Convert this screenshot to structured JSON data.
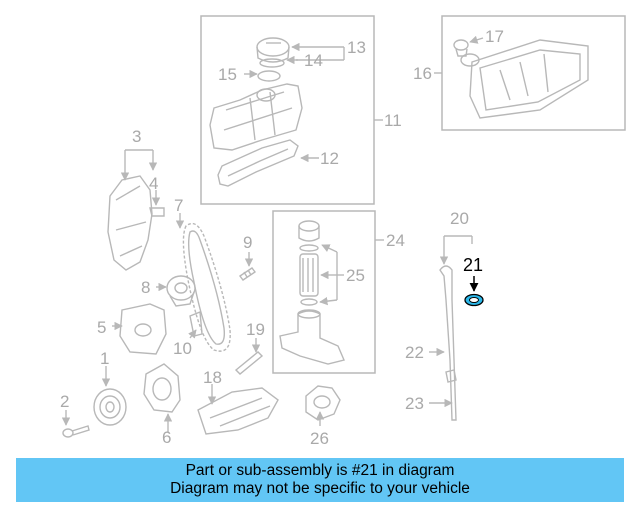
{
  "callouts": {
    "n1": "1",
    "n2": "2",
    "n3": "3",
    "n4": "4",
    "n5": "5",
    "n6": "6",
    "n7": "7",
    "n8": "8",
    "n9": "9",
    "n10": "10",
    "n11": "11",
    "n12": "12",
    "n13": "13",
    "n14": "14",
    "n15": "15",
    "n16": "16",
    "n17": "17",
    "n18": "18",
    "n19": "19",
    "n20": "20",
    "n21": "21",
    "n22": "22",
    "n23": "23",
    "n24": "24",
    "n25": "25",
    "n26": "26"
  },
  "highlighted_part": "21",
  "colors": {
    "highlight": "#2bb8ea",
    "banner": "#62c6f5",
    "line_art": "#b8b8b8",
    "label": "#a9a9a9"
  },
  "banner": {
    "line1": "Part or sub-assembly is #21 in diagram",
    "line2": "Diagram may not be specific to your vehicle"
  }
}
